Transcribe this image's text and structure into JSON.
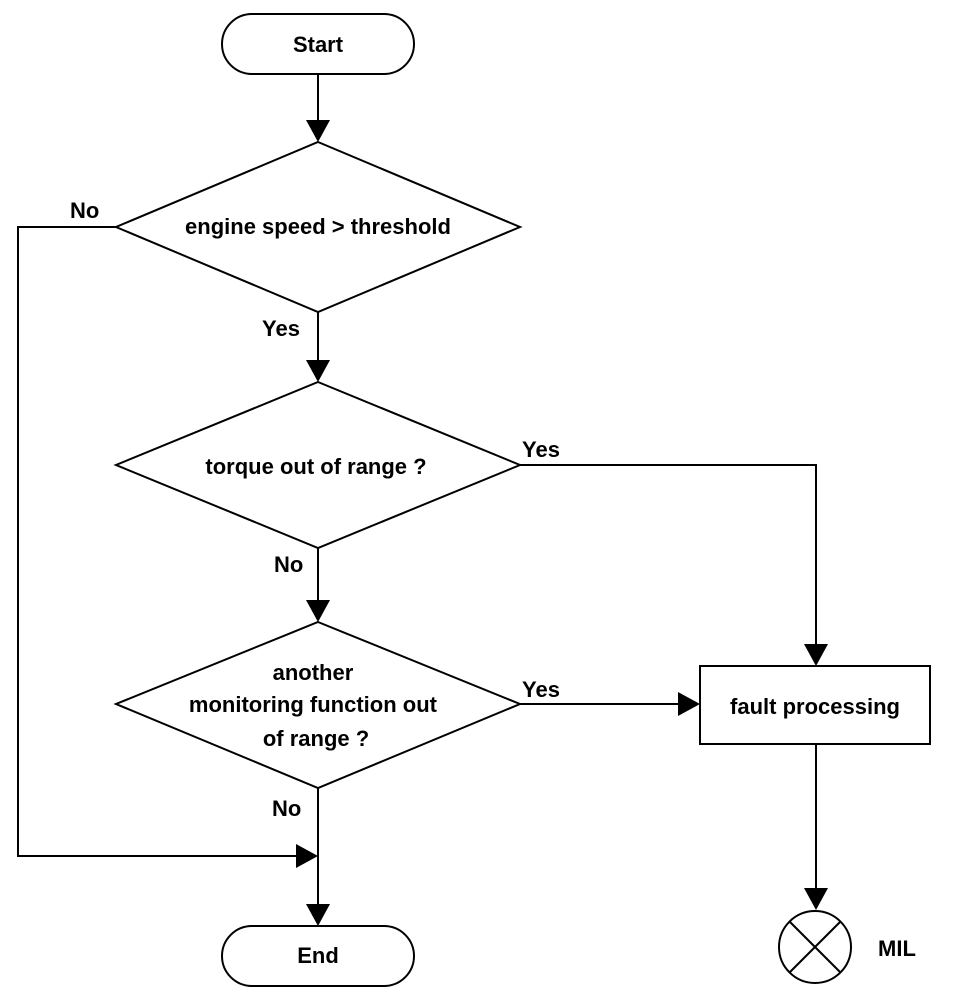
{
  "nodes": {
    "start": "Start",
    "decision_speed": "engine speed > threshold",
    "decision_torque": "torque out of range ?",
    "decision_monitor": [
      "another",
      "monitoring function out",
      "of range ?"
    ],
    "fault_processing": "fault processing",
    "end": "End",
    "mil": "MIL"
  },
  "edges": {
    "speed_no": "No",
    "speed_yes": "Yes",
    "torque_yes": "Yes",
    "torque_no": "No",
    "monitor_yes": "Yes",
    "monitor_no": "No"
  },
  "colors": {
    "stroke": "#000000",
    "background": "#ffffff"
  },
  "icons": {
    "mil": "lamp-cross-icon"
  }
}
